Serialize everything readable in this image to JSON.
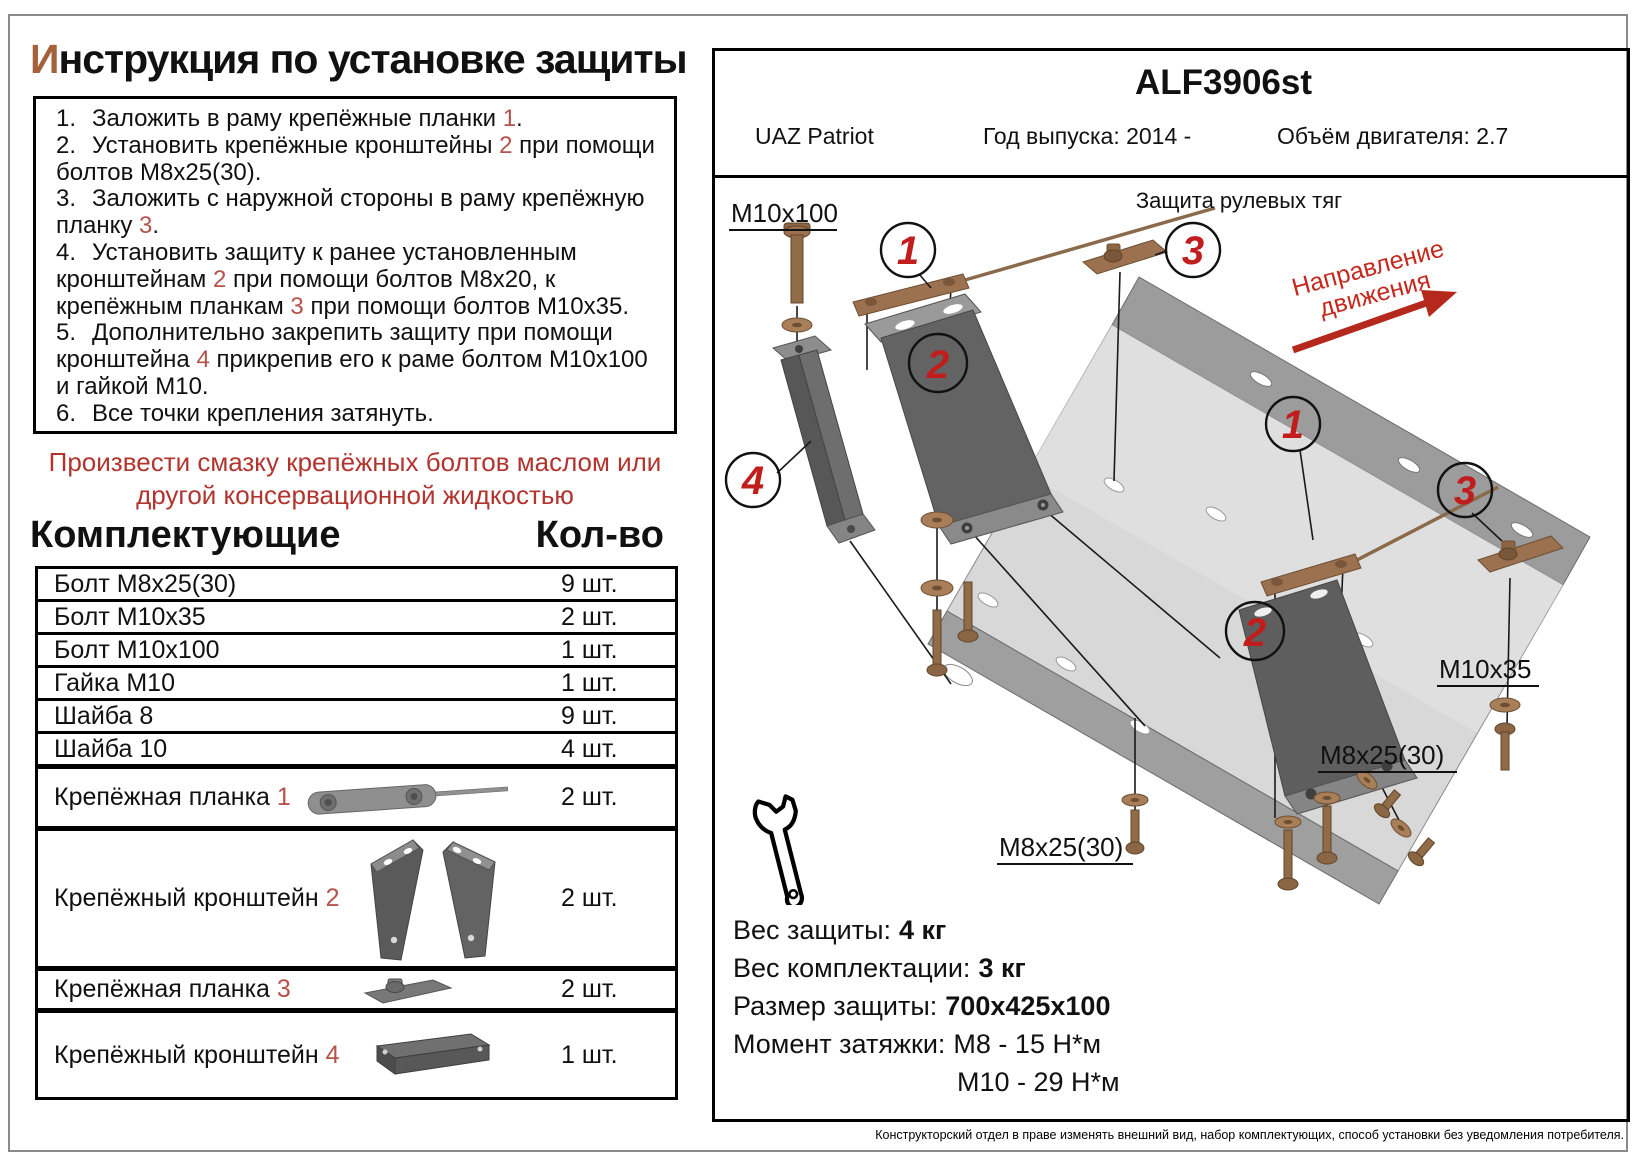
{
  "colors": {
    "accent_red": "#b2342e",
    "callout_red": "#c21d1d",
    "title_letter_brown": "#a5613b",
    "hardware_brown": "#9b7150",
    "metal_gray": "#d8d8d8"
  },
  "left": {
    "title_first": "И",
    "title_rest": "нструкция по установке защиты",
    "instructions": [
      {
        "num": "1.",
        "pre": "Заложить в раму крепёжные планки ",
        "ref": "1",
        "post": "."
      },
      {
        "num": "2.",
        "pre": "Установить крепёжные кронштейны ",
        "ref": "2",
        "post": " при помощи болтов М8х25(30)."
      },
      {
        "num": "3.",
        "pre": "Заложить с наружной стороны в раму крепёжную планку ",
        "ref": "3",
        "post": "."
      },
      {
        "num": "4.",
        "pre": "Установить защиту к ранее установленным кронштейнам ",
        "ref": "2",
        "mid": " при помощи болтов М8х20, к крепёжным планкам ",
        "ref2": "3",
        "post": " при помощи болтов М10х35."
      },
      {
        "num": "5.",
        "pre": "Дополнительно закрепить защиту при помощи кронштейна ",
        "ref": "4",
        "post": " прикрепив его к раме болтом М10х100 и гайкой М10."
      },
      {
        "num": "6.",
        "pre": "Все точки крепления затянуть."
      }
    ],
    "warning": "Произвести смазку крепёжных болтов маслом или другой консервационной жидкостью",
    "parts_header": {
      "name": "Комплектующие",
      "qty": "Кол-во"
    },
    "parts": [
      {
        "name": "Болт М8х25(30)",
        "qty": "9 шт."
      },
      {
        "name": "Болт М10х35",
        "qty": "2 шт."
      },
      {
        "name": "Болт М10х100",
        "qty": "1 шт."
      },
      {
        "name": "Гайка М10",
        "qty": "1 шт."
      },
      {
        "name": "Шайба 8",
        "qty": "9 шт."
      },
      {
        "name": "Шайба 10",
        "qty": "4 шт."
      },
      {
        "name": "Крепёжная планка ",
        "ref": "1",
        "qty": "2 шт."
      },
      {
        "name": "Крепёжный кронштейн ",
        "ref": "2",
        "qty": "2 шт."
      },
      {
        "name": "Крепёжная планка ",
        "ref": "3",
        "qty": "2 шт."
      },
      {
        "name": "Крепёжный кронштейн ",
        "ref": "4",
        "qty": "1 шт."
      }
    ]
  },
  "panel": {
    "part_number": "ALF3906st",
    "vehicle": "UAZ Patriot",
    "year": "Год выпуска: 2014 -",
    "engine": "Объём двигателя: 2.7",
    "diagram": {
      "title": "Защита рулевых тяг",
      "direction_line1": "Направление",
      "direction_line2": "движения",
      "label_m10x100": "M10x100",
      "label_m10x35": "M10x35",
      "label_m8x25_mid": "M8x25(30)",
      "label_m8x25_bottom": "M8x25(30)",
      "callouts": [
        {
          "n": "1"
        },
        {
          "n": "3"
        },
        {
          "n": "2"
        },
        {
          "n": "4"
        },
        {
          "n": "1"
        },
        {
          "n": "3"
        },
        {
          "n": "2"
        }
      ]
    },
    "specs": [
      {
        "label": "Вес защиты:",
        "value": "4 кг"
      },
      {
        "label": "Вес комплектации:",
        "value": "3 кг"
      },
      {
        "label": "Размер защиты:",
        "value": "700х425х100"
      },
      {
        "label": "Момент затяжки:",
        "value": "М8 - 15 Н*м"
      },
      {
        "label": "",
        "value": "М10 - 29 Н*м"
      }
    ],
    "footer": "Конструкторский отдел в праве изменять внешний вид, набор комплектующих, способ установки без уведомления потребителя."
  }
}
